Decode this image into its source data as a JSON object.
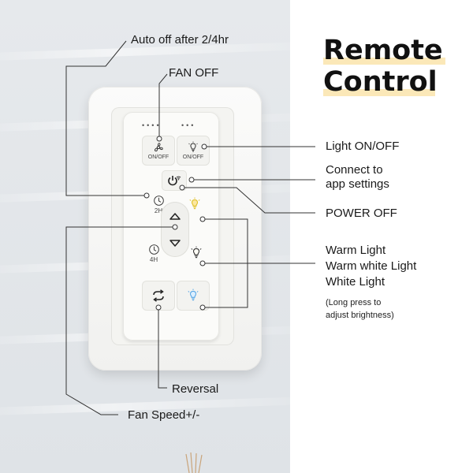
{
  "title": {
    "line1": "Remote",
    "line2": "Control"
  },
  "colors": {
    "highlight": "#fbe8b8",
    "line": "#333333",
    "warm_light": "#f2d23a",
    "cool_light": "#5aa8e6"
  },
  "labels": {
    "auto_off": "Auto off after 2/4hr",
    "fan_off": "FAN OFF",
    "light_on_off": "Light ON/OFF",
    "connect_line1": "Connect to",
    "connect_line2": "app settings",
    "power_off": "POWER OFF",
    "warm_light": "Warm Light",
    "warm_white_light": "Warm white Light",
    "white_light": "White Light",
    "long_press_line1": "(Long press to",
    "long_press_line2": "adjust brightness)",
    "reversal": "Reversal",
    "fan_speed": "Fan Speed+/-"
  },
  "remote": {
    "fan_button_caption": "ON/OFF",
    "light_button_caption": "ON/OFF",
    "timer_2h_caption": "2H",
    "timer_4h_caption": "4H",
    "icons": [
      "fan-icon",
      "bulb-icon",
      "power-wifi-icon",
      "clock-icon",
      "warm-bulb-icon",
      "up-arrow-icon",
      "down-arrow-icon",
      "bulb-icon",
      "reverse-arrows-icon",
      "cool-bulb-icon"
    ]
  }
}
